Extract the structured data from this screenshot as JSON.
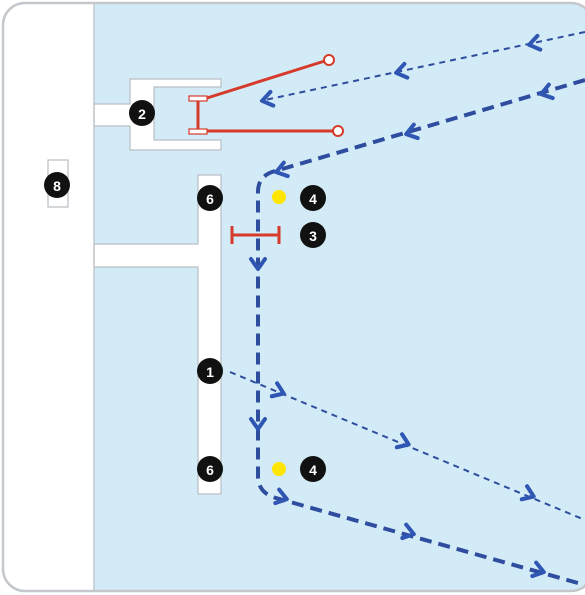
{
  "colors": {
    "water": "#d3ebf6",
    "land": "#ffffff",
    "land_outline": "#b9bec3",
    "frame": "#c4c8cc",
    "course": "#2e4d9e",
    "course_arrow": "#2f56b3",
    "line": "#d63a2a",
    "buoy": "#ffe600",
    "marker_fill": "#111111",
    "marker_text": "#ffffff"
  },
  "markers": [
    {
      "id": "marker-2",
      "label": "2"
    },
    {
      "id": "marker-8",
      "label": "8"
    },
    {
      "id": "marker-6-top",
      "label": "6"
    },
    {
      "id": "marker-4-top",
      "label": "4"
    },
    {
      "id": "marker-3",
      "label": "3"
    },
    {
      "id": "marker-1",
      "label": "1"
    },
    {
      "id": "marker-6-bottom",
      "label": "6"
    },
    {
      "id": "marker-4-bottom",
      "label": "4"
    }
  ]
}
